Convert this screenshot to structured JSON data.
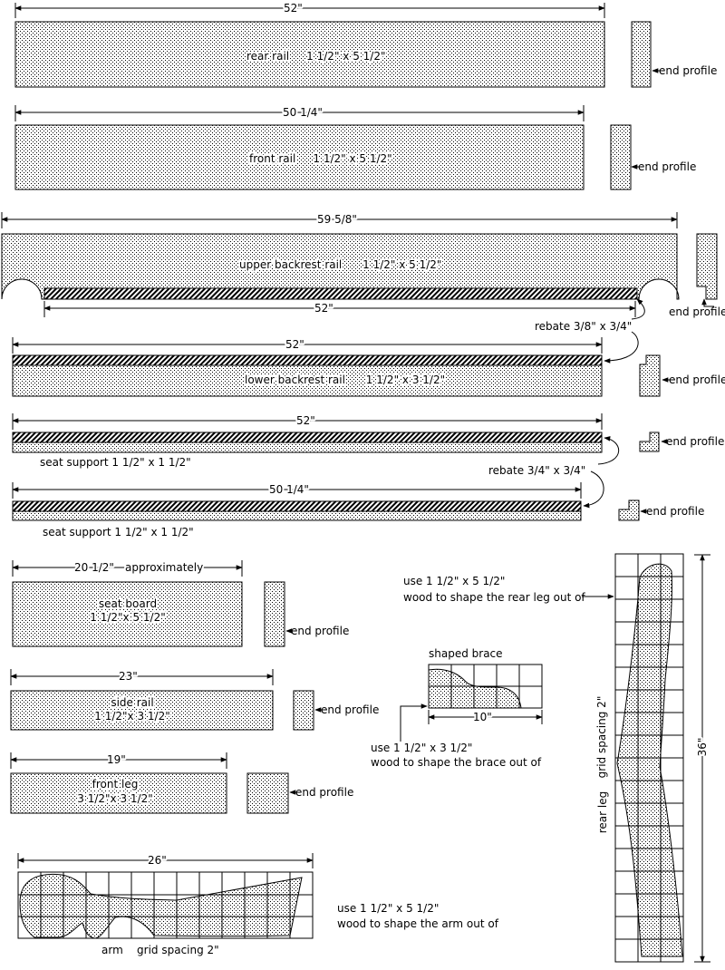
{
  "rear_rail": {
    "length": "52\"",
    "label": "rear rail     1 1/2\" x 5 1/2\"",
    "profile": "end profile"
  },
  "front_rail": {
    "length": "50 1/4\"",
    "label": "front rail     1 1/2\" x 5 1/2\"",
    "profile": "end profile"
  },
  "upper_backrest_rail": {
    "length": "59 5/8\"",
    "label": "upper backrest rail      1 1/2\" x 5 1/2\"",
    "rebate_length": "52\"",
    "profile": "end profile"
  },
  "rebate_a": "rebate 3/8\" x 3/4\"",
  "lower_backrest_rail": {
    "length": "52\"",
    "label": "lower backrest rail      1 1/2\" x 3 1/2\"",
    "profile": "end profile"
  },
  "seat_support_long": {
    "length": "52\"",
    "label": "seat support 1 1/2\" x 1 1/2\"",
    "profile": "end profile"
  },
  "rebate_b": "rebate 3/4\" x 3/4\"",
  "seat_support_short": {
    "length": "50 1/4\"",
    "label": "seat support 1 1/2\" x 1 1/2\"",
    "profile": "end profile"
  },
  "seat_board": {
    "length": "20 1/2\"",
    "note": "approximately",
    "label_line1": "seat board",
    "label_line2": "1 1/2\"x 5 1/2\"",
    "profile": "end profile"
  },
  "side_rail": {
    "length": "23\"",
    "label_line1": "side rail",
    "label_line2": "1 1/2\"x 3 1/2\"",
    "profile": "end profile"
  },
  "front_leg": {
    "length": "19\"",
    "label_line1": "front leg",
    "label_line2": "3 1/2\"x 3 1/2\"",
    "profile": "end profile"
  },
  "shaped_brace": {
    "title": "shaped brace",
    "length": "10\"",
    "use_line1": "use 1 1/2\" x 3 1/2\"",
    "use_line2": "wood  to shape the brace out of"
  },
  "rear_leg": {
    "use_line1": "use 1 1/2\" x 5 1/2\"",
    "use_line2": "wood  to shape the rear leg out of",
    "grid_label": "grid spacing 2\"",
    "name": "rear leg",
    "height": "36\""
  },
  "arm": {
    "length": "26\"",
    "use_line1": "use 1 1/2\" x 5 1/2\"",
    "use_line2": "wood  to shape the arm out of",
    "caption": "arm    grid spacing 2\""
  }
}
